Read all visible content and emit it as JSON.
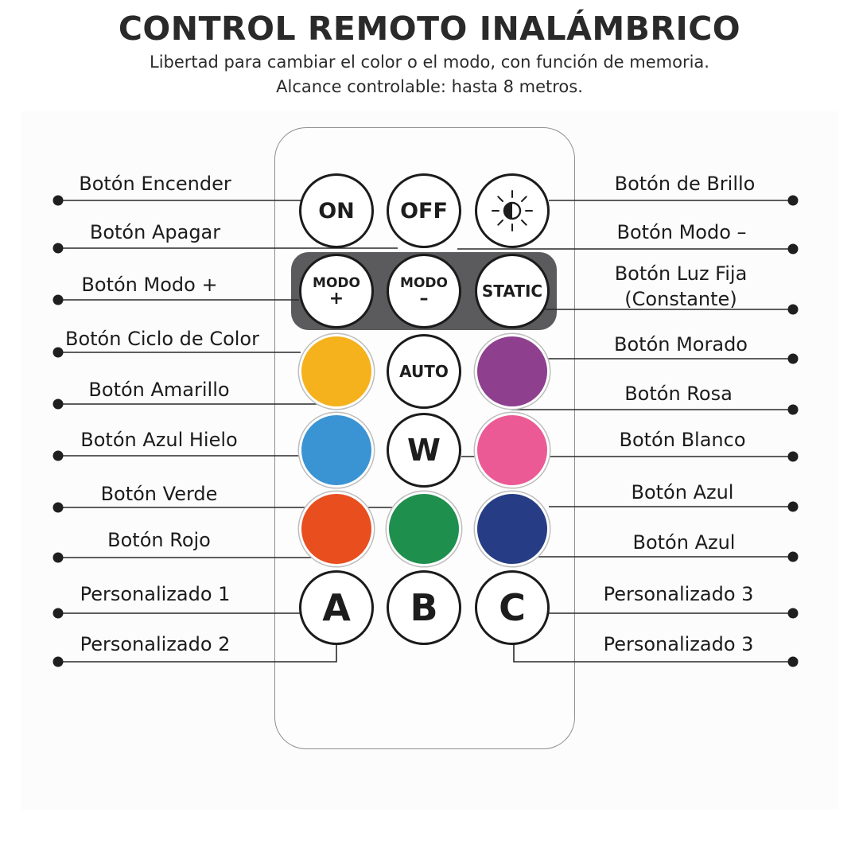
{
  "header": {
    "title": "CONTROL REMOTO INALÁMBRICO",
    "subtitle_line1": "Libertad para cambiar el color o el modo, con función de memoria.",
    "subtitle_line2": "Alcance controlable: hasta 8 metros."
  },
  "buttons": {
    "on": "ON",
    "off": "OFF",
    "brightness": "",
    "mode_plus_line1": "MODO",
    "mode_plus_line2": "+",
    "mode_minus_line1": "MODO",
    "mode_minus_line2": "–",
    "static": "STATIC",
    "auto": "AUTO",
    "w": "W",
    "a": "A",
    "b": "B",
    "c": "C"
  },
  "colors": {
    "cycle": "#f5b21d",
    "purple": "#8e3f8e",
    "ice_blue": "#3a94d4",
    "pink": "#ec5a96",
    "red": "#e94e1f",
    "green": "#1f8f4e",
    "blue": "#263c84",
    "mode_band": "#5b5b5e"
  },
  "icons": {
    "brightness": "sun-half-icon"
  },
  "labels": {
    "left": [
      "Botón Encender",
      "Botón Apagar",
      "Botón Modo +",
      "Botón Ciclo de Color",
      "Botón Amarillo",
      "Botón Azul Hielo",
      "Botón Verde",
      "Botón Rojo",
      "Personalizado 1",
      "Personalizado 2"
    ],
    "right_brightness": "Botón de Brillo",
    "right_mode_minus": "Botón Modo –",
    "right_static_line1": "Botón Luz Fija",
    "right_static_line2": "(Constante)",
    "right_purple": "Botón Morado",
    "right_pink": "Botón Rosa",
    "right_white": "Botón Blanco",
    "right_blue1": "Botón Azul",
    "right_blue2": "Botón Azul",
    "right_custom3a": "Personalizado 3",
    "right_custom3b": "Personalizado 3"
  }
}
